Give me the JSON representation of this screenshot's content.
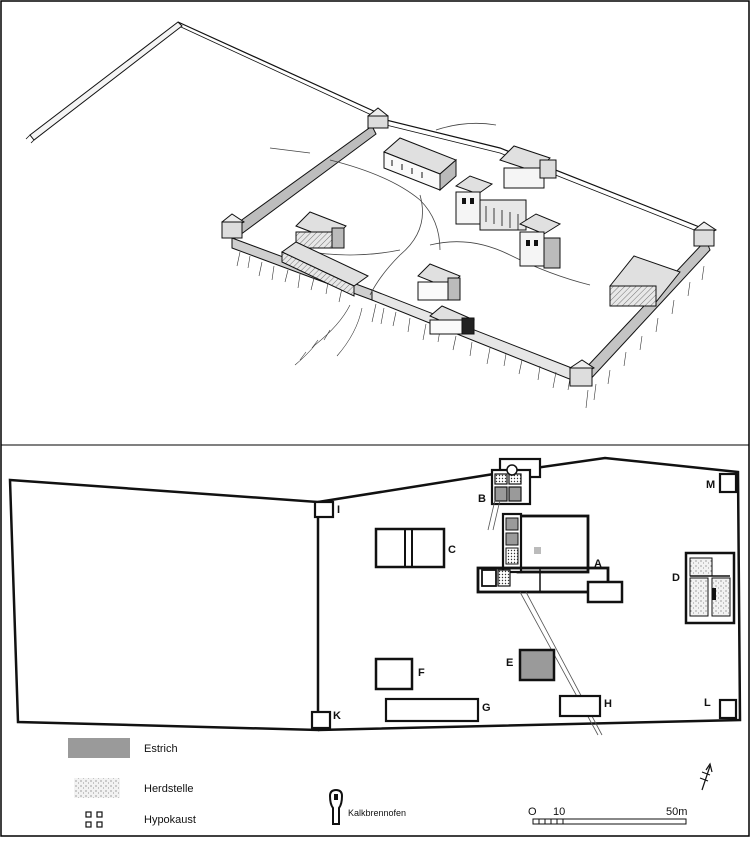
{
  "plan_labels": {
    "A": "A",
    "B": "B",
    "C": "C",
    "D": "D",
    "E": "E",
    "F": "F",
    "G": "G",
    "H": "H",
    "I": "I",
    "K": "K",
    "L": "L",
    "M": "M"
  },
  "legend": {
    "estrich": "Estrich",
    "herdstelle": "Herdstelle",
    "hypokaust": "Hypokaust",
    "kalkbrennofen": "Kalkbrennofen"
  },
  "scale": {
    "zero": "O",
    "ten": "10",
    "fifty": "50m"
  },
  "colors": {
    "estrich": "#9a9a9a",
    "ink": "#111111",
    "roof": "#dcdcdc",
    "paper": "#ffffff"
  },
  "icons": {
    "north": "north-arrow-icon",
    "kiln": "kiln-icon"
  }
}
